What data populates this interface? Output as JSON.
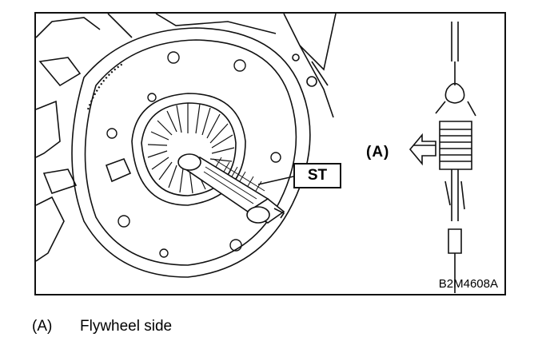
{
  "figure": {
    "tool_label": "ST",
    "callout_label": "(A)",
    "figure_code": "B2M4608A"
  },
  "legend": {
    "key": "(A)",
    "text": "Flywheel side"
  }
}
